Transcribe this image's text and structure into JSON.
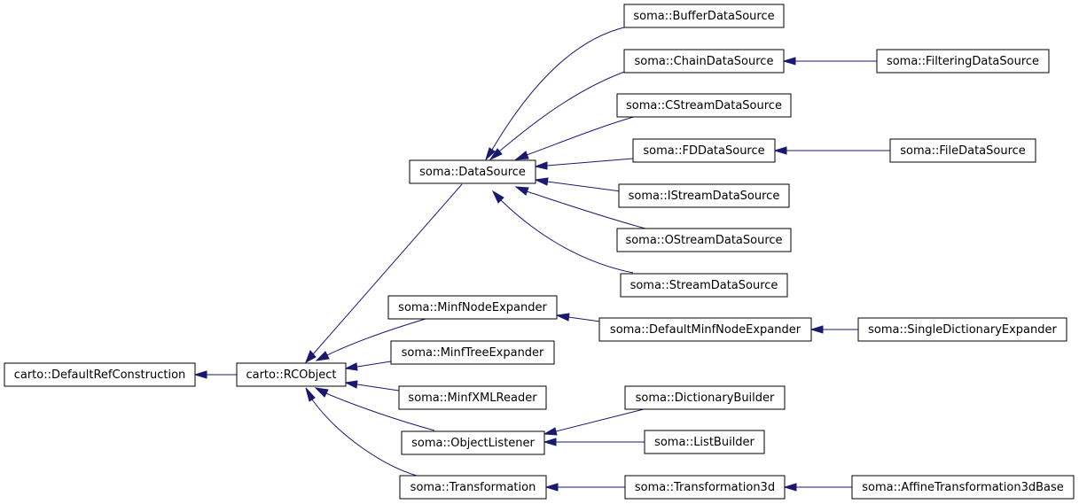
{
  "nodes": {
    "defaultRefConstruction": "carto::DefaultRefConstruction",
    "rcObject": "carto::RCObject",
    "dataSource": "soma::DataSource",
    "minfNodeExpander": "soma::MinfNodeExpander",
    "minfTreeExpander": "soma::MinfTreeExpander",
    "minfXMLReader": "soma::MinfXMLReader",
    "objectListener": "soma::ObjectListener",
    "transformation": "soma::Transformation",
    "bufferDataSource": "soma::BufferDataSource",
    "chainDataSource": "soma::ChainDataSource",
    "cStreamDataSource": "soma::CStreamDataSource",
    "fdDataSource": "soma::FDDataSource",
    "iStreamDataSource": "soma::IStreamDataSource",
    "oStreamDataSource": "soma::OStreamDataSource",
    "streamDataSource": "soma::StreamDataSource",
    "defaultMinfNodeExpander": "soma::DefaultMinfNodeExpander",
    "dictionaryBuilder": "soma::DictionaryBuilder",
    "listBuilder": "soma::ListBuilder",
    "transformation3d": "soma::Transformation3d",
    "filteringDataSource": "soma::FilteringDataSource",
    "fileDataSource": "soma::FileDataSource",
    "singleDictionaryExpander": "soma::SingleDictionaryExpander",
    "affineTransformation3dBase": "soma::AffineTransformation3dBase"
  },
  "edge_color": "#191970"
}
